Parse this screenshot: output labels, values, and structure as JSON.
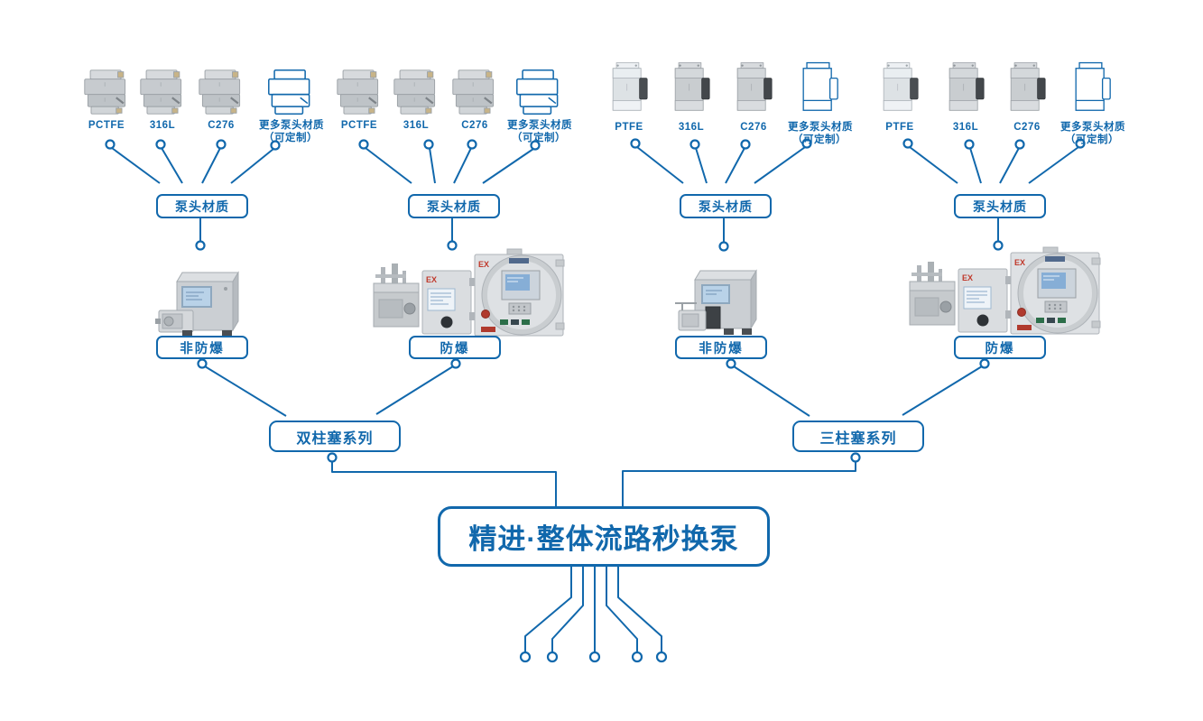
{
  "colors": {
    "accent": "#1168ac"
  },
  "title": {
    "label": "精进·整体流路秒换泵"
  },
  "series": [
    {
      "label": "双柱塞系列"
    },
    {
      "label": "三柱塞系列"
    }
  ],
  "groups": [
    {
      "material_box": "泵头材质",
      "type": "非防爆",
      "materials": [
        {
          "label": "PCTFE"
        },
        {
          "label": "316L"
        },
        {
          "label": "C276"
        },
        {
          "label": "更多泵头材质",
          "label2": "（可定制）"
        }
      ]
    },
    {
      "material_box": "泵头材质",
      "type": "防爆",
      "materials": [
        {
          "label": "PCTFE"
        },
        {
          "label": "316L"
        },
        {
          "label": "C276"
        },
        {
          "label": "更多泵头材质",
          "label2": "（可定制）"
        }
      ]
    },
    {
      "material_box": "泵头材质",
      "type": "非防爆",
      "materials": [
        {
          "label": "PTFE"
        },
        {
          "label": "316L"
        },
        {
          "label": "C276"
        },
        {
          "label": "更多泵头材质",
          "label2": "（可定制）"
        }
      ]
    },
    {
      "material_box": "泵头材质",
      "type": "防爆",
      "materials": [
        {
          "label": "PTFE"
        },
        {
          "label": "316L"
        },
        {
          "label": "C276"
        },
        {
          "label": "更多泵头材质",
          "label2": "（可定制）"
        }
      ]
    }
  ]
}
